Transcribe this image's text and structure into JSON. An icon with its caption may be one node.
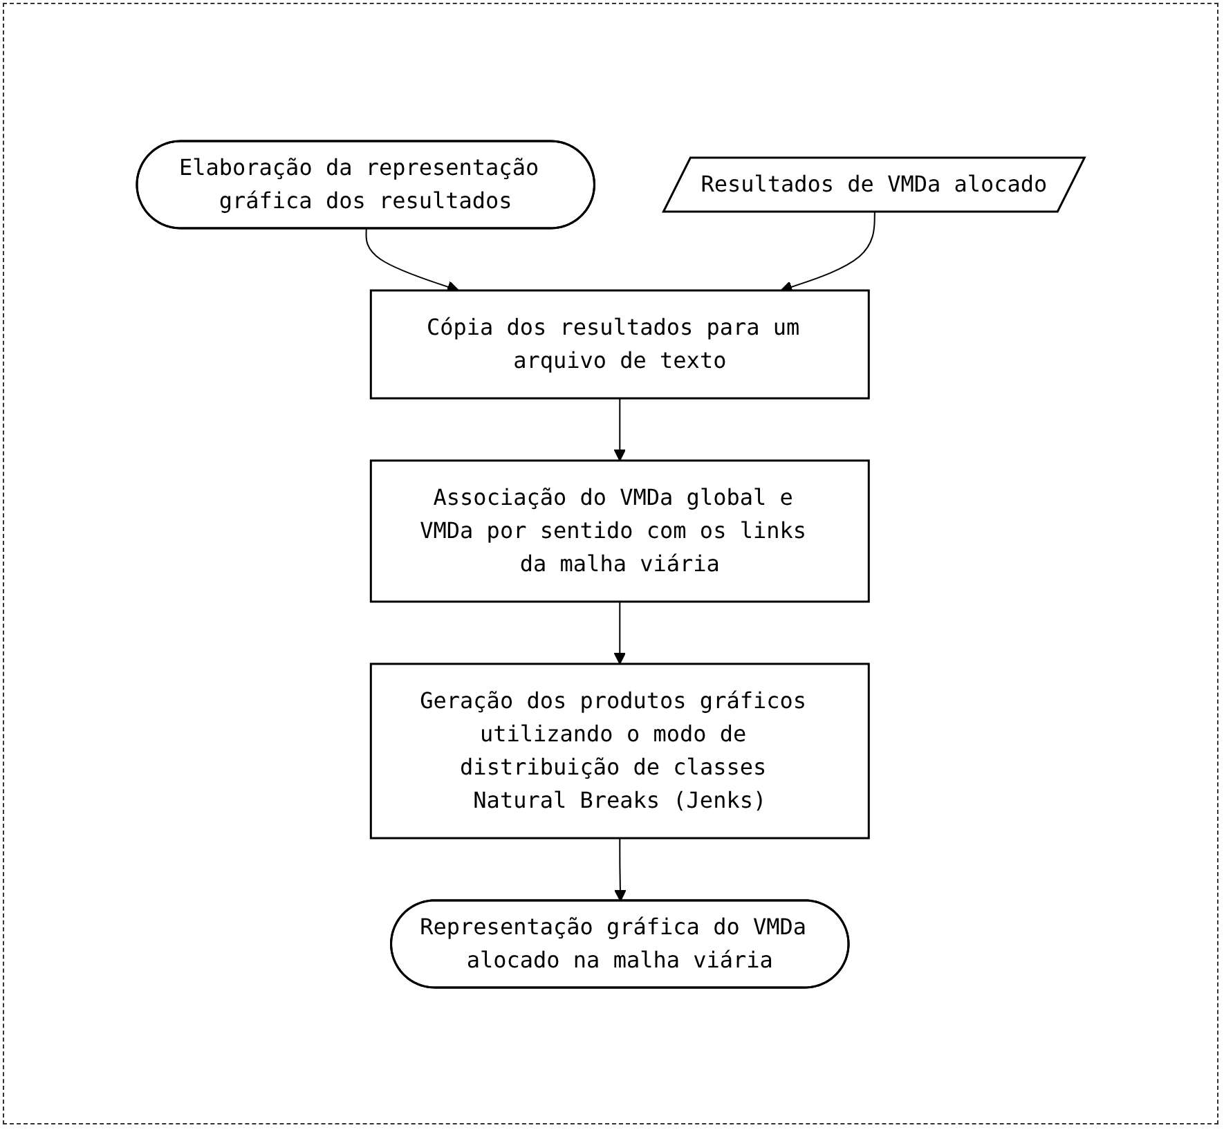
{
  "diagram": {
    "nodes": [
      {
        "text": [
          "Elaboração da representação gráfica dos resultados"
        ]
      },
      {
        "text": [
          "Resultados de VMDa alocado"
        ]
      },
      {
        "text": [
          "Cópia dos resultados para um arquivo de texto"
        ]
      },
      {
        "text": [
          "Associação do VMDa global e VMDa por sentido com os links da malha viária"
        ]
      },
      {
        "text": [
          "Geração dos produtos gráficos utilizando o modo de distribuição de classes Natural Breaks (Jenks)"
        ]
      },
      {
        "text": [
          "Representação gráfica do VMDa alocado na malha viária"
        ]
      }
    ],
    "edges": [
      {
        "from": 0,
        "to": 2,
        "arrow": "to"
      },
      {
        "from": 1,
        "to": 2,
        "arrow": "to"
      },
      {
        "from": 2,
        "to": 3,
        "arrow": "to"
      },
      {
        "from": 3,
        "to": 4,
        "arrow": "to"
      },
      {
        "from": 4,
        "to": 5,
        "arrow": "to"
      }
    ]
  }
}
